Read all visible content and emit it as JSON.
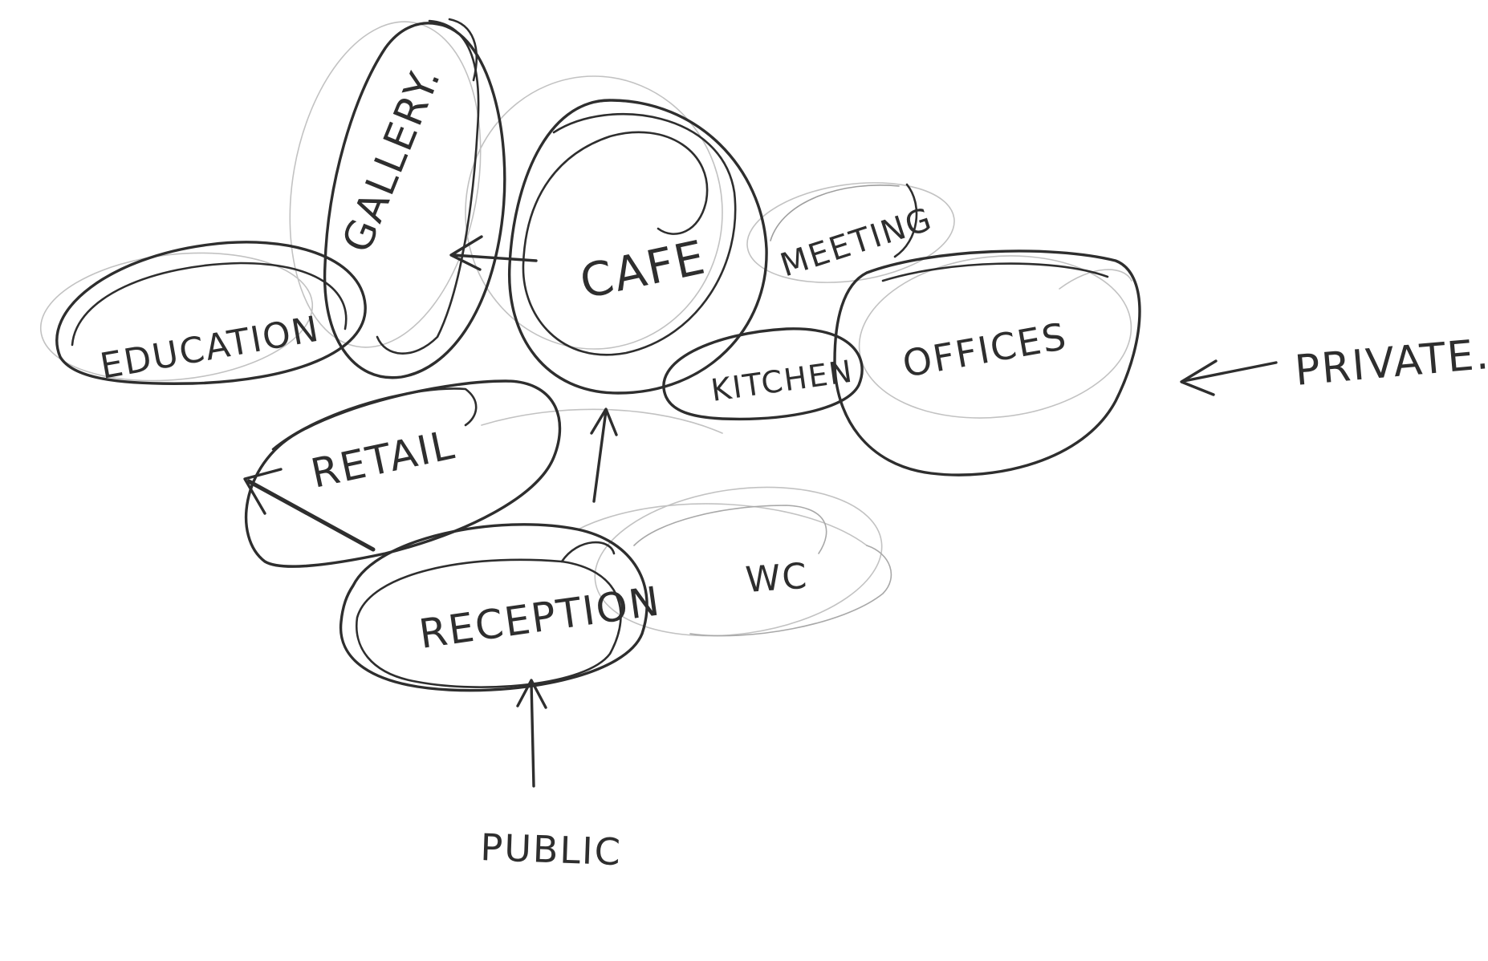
{
  "diagram": {
    "colors": {
      "ink": "#2e2e2e",
      "faint_ink": "#c2c2c2",
      "paper": "#ffffff"
    },
    "bubbles": [
      {
        "id": "gallery",
        "label": "GALLERY."
      },
      {
        "id": "cafe",
        "label": "CAFE"
      },
      {
        "id": "meeting",
        "label": "MEETING"
      },
      {
        "id": "education",
        "label": "EDUCATION"
      },
      {
        "id": "kitchen",
        "label": "KITCHEN"
      },
      {
        "id": "offices",
        "label": "OFFICES"
      },
      {
        "id": "retail",
        "label": "RETAIL"
      },
      {
        "id": "wc",
        "label": "WC"
      },
      {
        "id": "reception",
        "label": "RECEPTION"
      }
    ],
    "annotations": {
      "private": "PRIVATE.",
      "public": "PUBLIC"
    }
  }
}
